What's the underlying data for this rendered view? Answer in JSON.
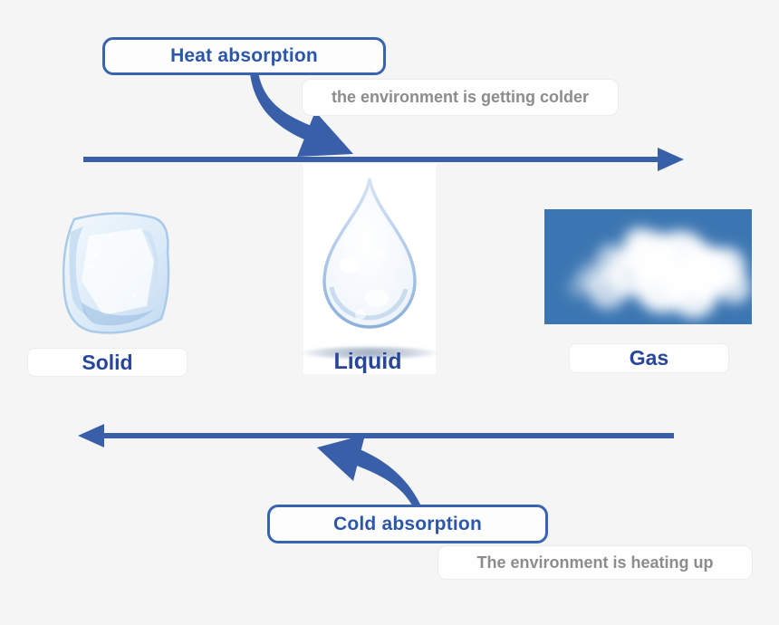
{
  "title": "States of matter phase-change diagram",
  "top_flow": {
    "label": "Heat absorption",
    "note": "the environment is getting colder",
    "direction": "right"
  },
  "bottom_flow": {
    "label": "Cold absorption",
    "note": "The environment is heating up",
    "direction": "left"
  },
  "states": [
    {
      "name": "Solid",
      "image": "ice-cube"
    },
    {
      "name": "Liquid",
      "image": "water-droplet"
    },
    {
      "name": "Gas",
      "image": "cloud"
    }
  ],
  "colors": {
    "background": "#f5f5f6",
    "arrow_blue": "#3a5fa9",
    "box_border_blue": "#3a63af",
    "heading_blue": "#2b57a8",
    "state_label_navy": "#27459b",
    "note_gray": "#8c8c8c",
    "sky_blue": "#3c76b2"
  }
}
